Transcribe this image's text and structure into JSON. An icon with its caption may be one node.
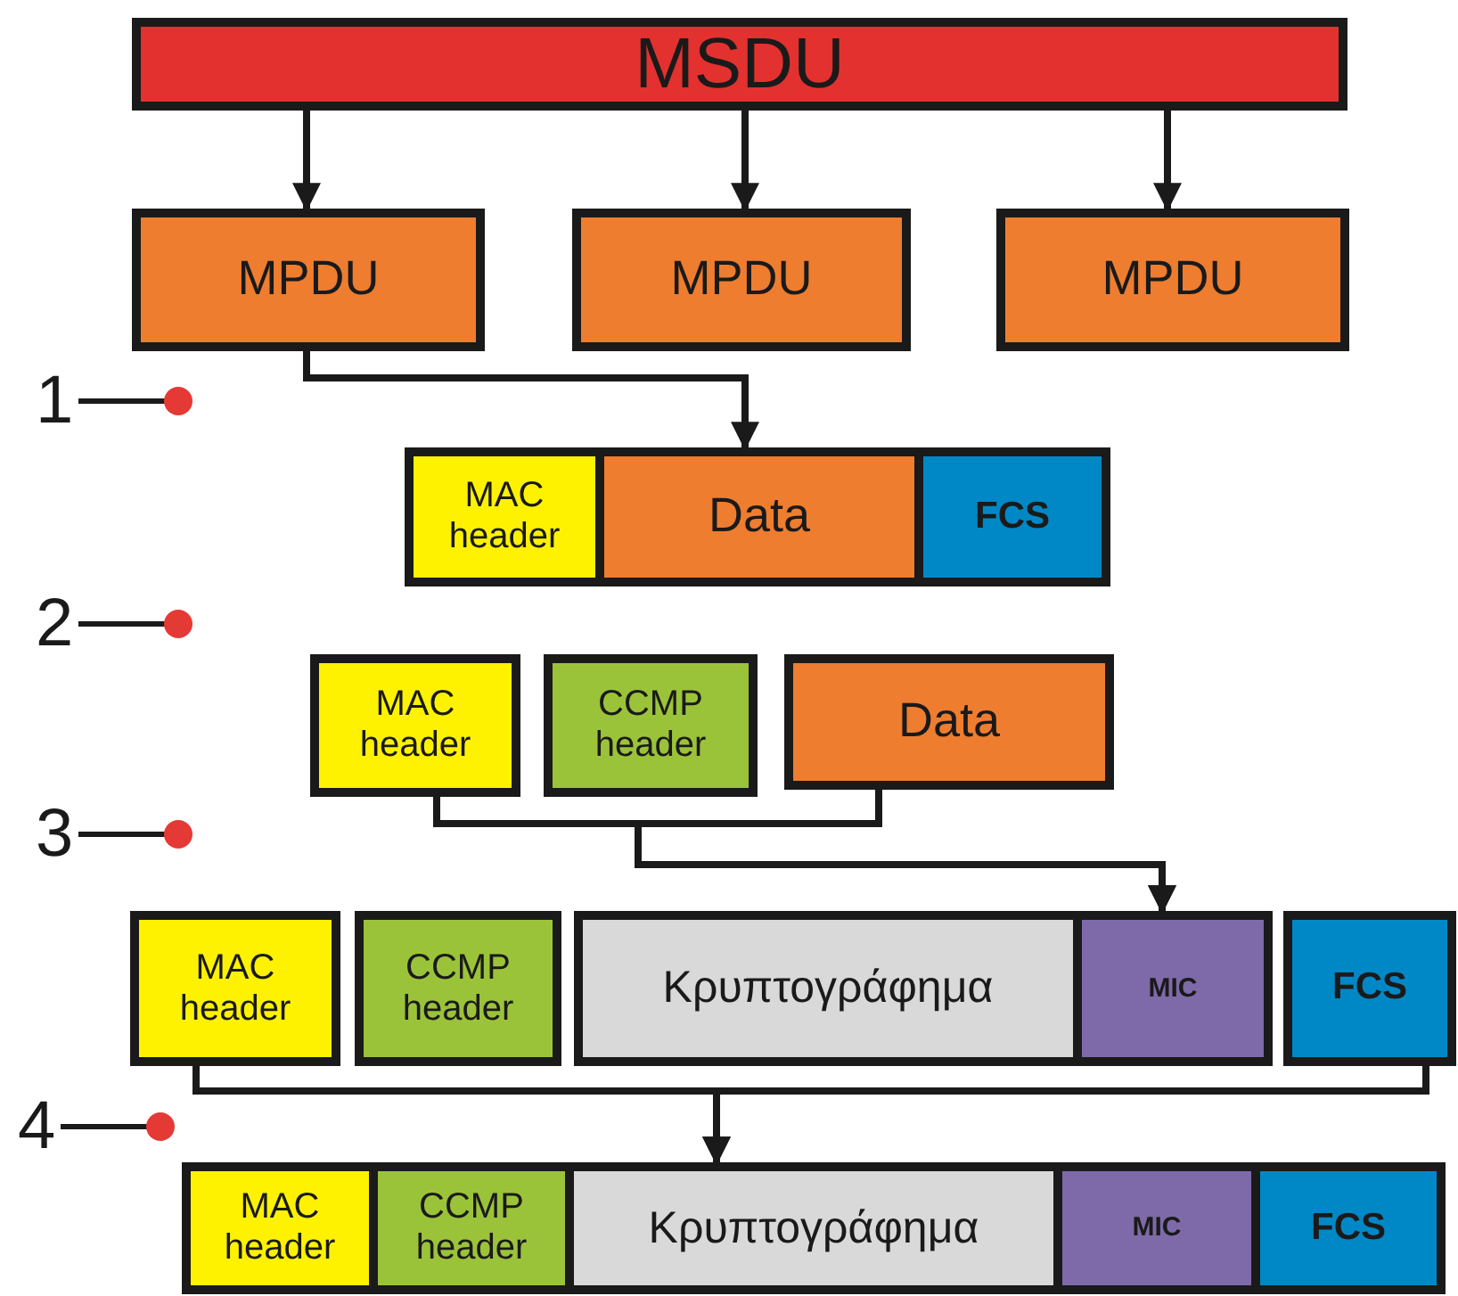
{
  "diagram": {
    "nodes": [
      {
        "text": [
          "MSDU"
        ]
      },
      {
        "text": [
          "MPDU"
        ]
      },
      {
        "text": [
          "MPDU"
        ]
      },
      {
        "text": [
          "MPDU"
        ]
      },
      {
        "text": [
          "MAC header"
        ]
      },
      {
        "text": [
          "Data"
        ]
      },
      {
        "text": [
          "FCS"
        ]
      },
      {
        "text": [
          "MAC header"
        ]
      },
      {
        "text": [
          "CCMP header"
        ]
      },
      {
        "text": [
          "Data"
        ]
      },
      {
        "text": [
          "MAC header"
        ]
      },
      {
        "text": [
          "CCMP header"
        ]
      },
      {
        "text": [
          "Κρυπτογράφημα"
        ]
      },
      {
        "text": [
          "MIC"
        ]
      },
      {
        "text": [
          "FCS"
        ]
      },
      {
        "text": [
          "MAC header"
        ]
      },
      {
        "text": [
          "CCMP header"
        ]
      },
      {
        "text": [
          "Κρυπτογράφημα"
        ]
      },
      {
        "text": [
          "MIC"
        ]
      },
      {
        "text": [
          "FCS"
        ]
      }
    ],
    "edges": [
      {
        "from": 0,
        "to": 1,
        "arrow": "to"
      },
      {
        "from": 0,
        "to": 2,
        "arrow": "to"
      },
      {
        "from": 0,
        "to": 3,
        "arrow": "to"
      },
      {
        "from": 1,
        "to": 5,
        "arrow": "to"
      },
      {
        "from": 7,
        "to": 13,
        "arrow": "to"
      },
      {
        "from": 9,
        "to": 13,
        "arrow": "to"
      },
      {
        "from": 10,
        "to": 17,
        "arrow": "to"
      },
      {
        "from": 14,
        "to": 17,
        "arrow": "to"
      }
    ],
    "labels": [
      "1",
      "2",
      "3",
      "4"
    ]
  }
}
